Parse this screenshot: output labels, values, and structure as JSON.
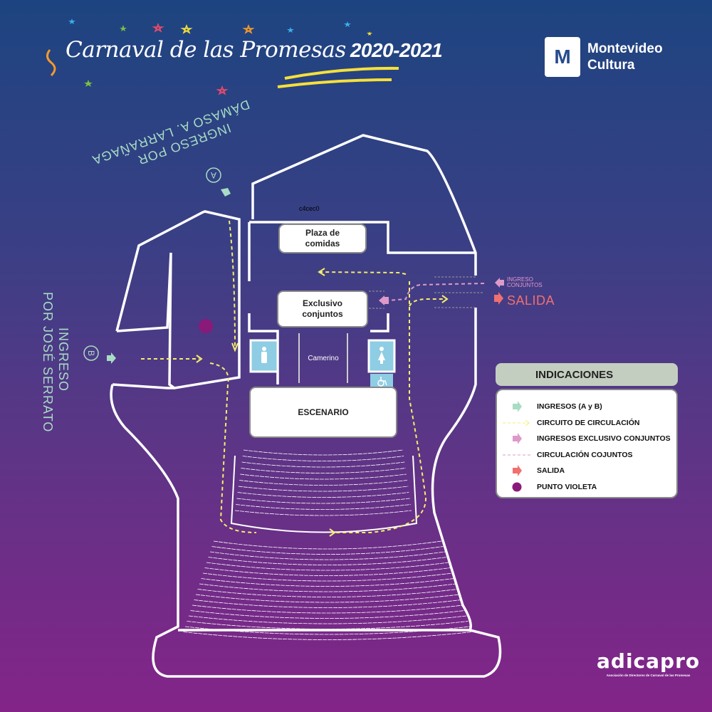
{
  "header": {
    "title": "Carnaval de las Promesas",
    "years": "2020-2021"
  },
  "brand": {
    "logo_letter": "M",
    "line1": "Montevideo",
    "line2": "Cultura"
  },
  "entrances": {
    "a_label_line1": "INGRESO POR",
    "a_label_line2": "DÁMASO A. LARRAÑAGA",
    "a_letter": "A",
    "b_label_line1": "INGRESO",
    "b_label_line2": "POR JOSÉ SERRATO",
    "b_letter": "B"
  },
  "map": {
    "code_text": "c4cec0",
    "plaza": "Plaza de comidas",
    "exclusivo": "Exclusivo conjuntos",
    "camerino": "Camerino",
    "escenario": "ESCENARIO",
    "ingreso_conjuntos": "INGRESO CONJUNTOS",
    "salida": "SALIDA"
  },
  "legend": {
    "title": "INDICACIONES",
    "items": [
      {
        "label": "INGRESOS (A y B)",
        "symbol": "arrow",
        "color": "#a8dcc4"
      },
      {
        "label": "CIRCUITO DE CIRCULACIÓN",
        "symbol": "dashed-arrow",
        "color": "#f5ee6a"
      },
      {
        "label": "INGRESOS EXCLUSIVO CONJUNTOS",
        "symbol": "arrow",
        "color": "#dd9ac8"
      },
      {
        "label": "CIRCULACIÓN COJUNTOS",
        "symbol": "dashed",
        "color": "#dd9ac8"
      },
      {
        "label": "SALIDA",
        "symbol": "arrow",
        "color": "#f07070"
      },
      {
        "label": "PUNTO VIOLETA",
        "symbol": "dot",
        "color": "#8a1a7a"
      }
    ]
  },
  "footer": {
    "logo": "adicapro",
    "subtitle": "Asociación de Directores de Carnaval de las Promesas"
  }
}
